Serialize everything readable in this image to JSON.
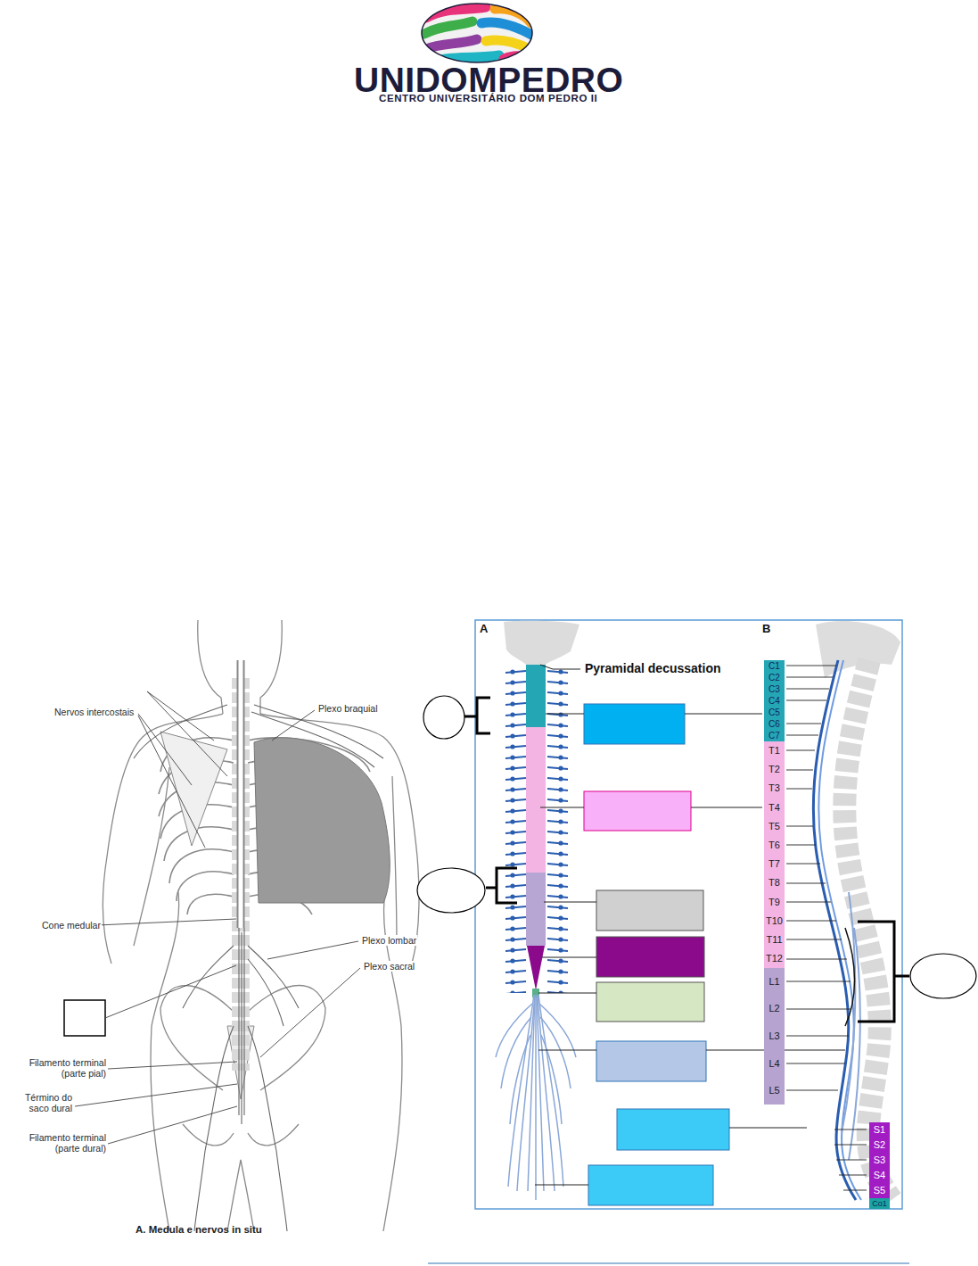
{
  "diagram": {
    "caption": "A. Medula e nervos in situ",
    "nodes": [
      {
        "text": [
          "C1"
        ]
      },
      {
        "text": [
          "C2"
        ]
      },
      {
        "text": [
          "C3"
        ]
      },
      {
        "text": [
          "C4"
        ]
      },
      {
        "text": [
          "C5"
        ]
      },
      {
        "text": [
          "C6"
        ]
      },
      {
        "text": [
          "C7"
        ]
      },
      {
        "text": [
          "T1"
        ]
      },
      {
        "text": [
          "T2"
        ]
      },
      {
        "text": [
          "T3"
        ]
      },
      {
        "text": [
          "T4"
        ]
      },
      {
        "text": [
          "T5"
        ]
      },
      {
        "text": [
          "T6"
        ]
      },
      {
        "text": [
          "T7"
        ]
      },
      {
        "text": [
          "T8"
        ]
      },
      {
        "text": [
          "T9"
        ]
      },
      {
        "text": [
          "T10"
        ]
      },
      {
        "text": [
          "T11"
        ]
      },
      {
        "text": [
          "T12"
        ]
      },
      {
        "text": [
          "L1"
        ]
      },
      {
        "text": [
          "L2"
        ]
      },
      {
        "text": [
          "L3"
        ]
      },
      {
        "text": [
          "L4"
        ]
      },
      {
        "text": [
          "L5"
        ]
      },
      {
        "text": [
          "S1"
        ]
      },
      {
        "text": [
          "S2"
        ]
      },
      {
        "text": [
          "S3"
        ]
      },
      {
        "text": [
          "S4"
        ]
      },
      {
        "text": [
          "S5"
        ]
      },
      {
        "text": [
          "Co1"
        ]
      }
    ],
    "labels": [
      "UNIDOMPEDRO",
      "CENTRO UNIVERSITÁRIO DOM PEDRO II",
      "Nervos intercostais",
      "Plexo braquial",
      "Cone medular",
      "Plexo lombar",
      "Plexo sacral",
      "Filamento terminal (parte pial)",
      "Término do saco dural",
      "Filamento terminal (parte dural)",
      "A",
      "B",
      "Pyramidal decussation"
    ]
  }
}
